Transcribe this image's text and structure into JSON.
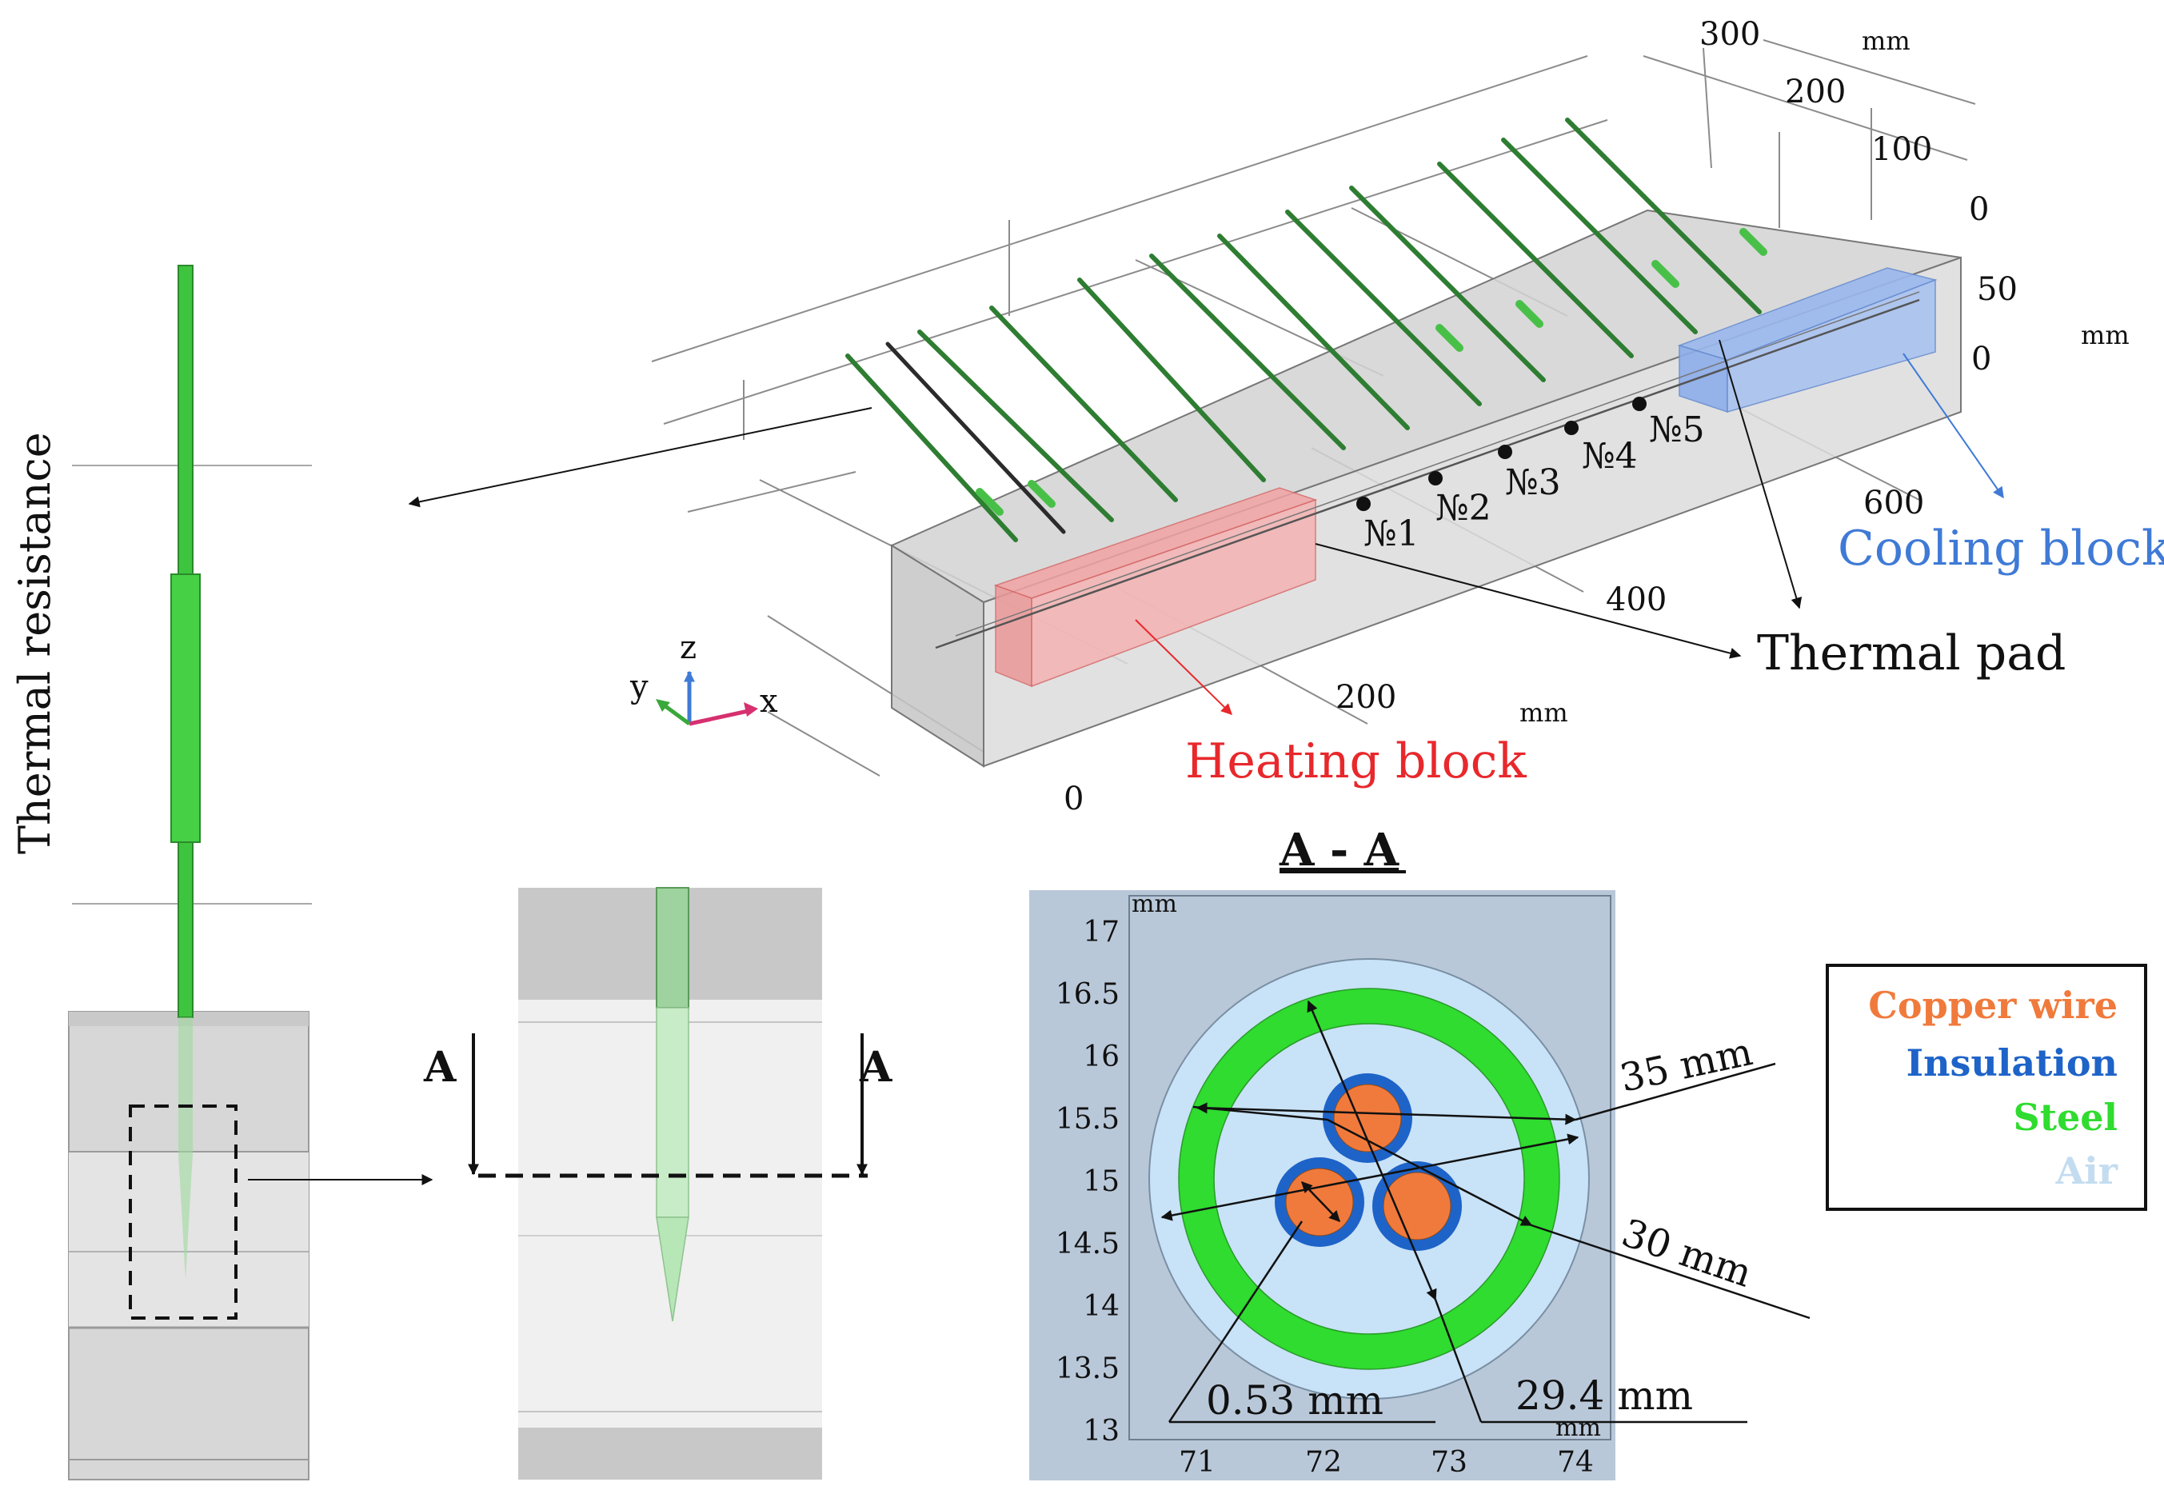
{
  "labels": {
    "thermal_resistance": "Thermal resistance",
    "heating_block": "Heating block",
    "cooling_block": "Cooling block",
    "thermal_pad": "Thermal pad",
    "section_title": "A - A",
    "section_mark_left": "A",
    "section_mark_right": "A"
  },
  "sensors": [
    "№1",
    "№2",
    "№3",
    "№4",
    "№5"
  ],
  "axes3d": {
    "x_ticks": [
      "0",
      "200",
      "400",
      "600"
    ],
    "x_unit": "mm",
    "y_ticks": [
      "300",
      "200",
      "100",
      "0"
    ],
    "y_unit": "mm",
    "z_ticks": [
      "50",
      "0"
    ],
    "z_unit": "mm",
    "triad": {
      "x": "x",
      "y": "y",
      "z": "z"
    }
  },
  "cross_section": {
    "unit": "mm",
    "y_ticks": [
      "17",
      "16.5",
      "16",
      "15.5",
      "15",
      "14.5",
      "14",
      "13.5",
      "13"
    ],
    "x_ticks": [
      "71",
      "72",
      "73",
      "74"
    ],
    "dimensions": {
      "outer": "35 mm",
      "steel": "30 mm",
      "inner": "29.4 mm",
      "wire": "0.53 mm"
    }
  },
  "legend": {
    "items": [
      {
        "label": "Copper wire",
        "color": "#f07a3c"
      },
      {
        "label": "Insulation",
        "color": "#1e63c8"
      },
      {
        "label": "Steel",
        "color": "#2fdc2f"
      },
      {
        "label": "Air",
        "color": "#c3dcf0"
      }
    ]
  },
  "colors": {
    "heating": "#e8282c",
    "cooling": "#3f7ad6",
    "steel": "#2fdc2f",
    "copper": "#f07a3c",
    "insulation": "#1e63c8",
    "air": "#c8e2f7",
    "sensor_lines": "#2e7d32"
  }
}
